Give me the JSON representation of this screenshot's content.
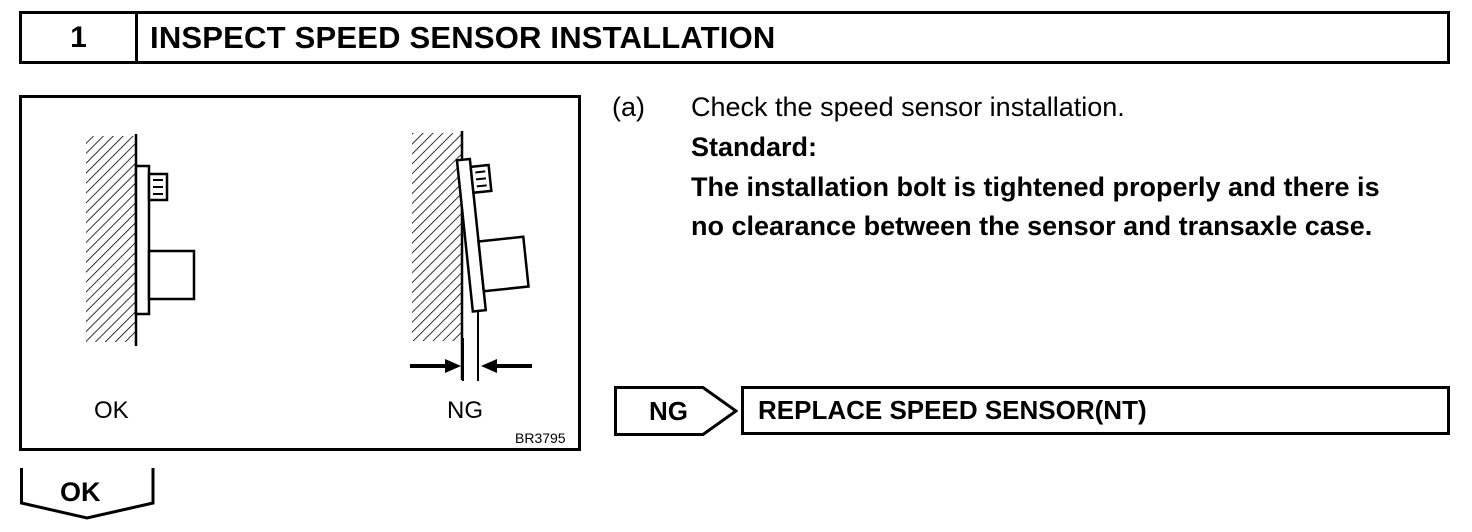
{
  "header": {
    "step_number": "1",
    "title": "INSPECT SPEED SENSOR INSTALLATION"
  },
  "figure": {
    "ok_label": "OK",
    "ng_label": "NG",
    "code": "BR3795"
  },
  "instructions": {
    "item_marker": "(a)",
    "item_text": "Check the speed sensor installation.",
    "standard_label": "Standard:",
    "standard_line1": "The installation bolt is tightened properly and there is",
    "standard_line2": "no clearance between the sensor and transaxle case."
  },
  "ng_branch": {
    "tag": "NG",
    "action": "REPLACE SPEED SENSOR(NT)"
  },
  "ok_branch": {
    "tag": "OK"
  }
}
